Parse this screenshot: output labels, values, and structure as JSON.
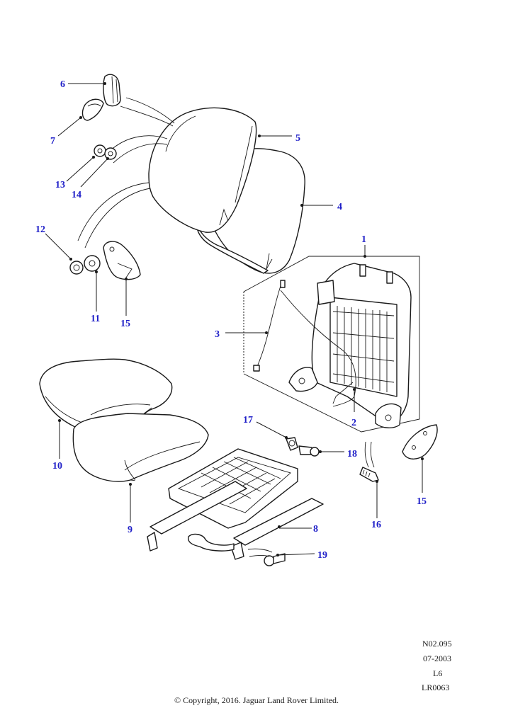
{
  "callouts": {
    "c1": "1",
    "c2": "2",
    "c3": "3",
    "c4": "4",
    "c5": "5",
    "c6": "6",
    "c7": "7",
    "c8": "8",
    "c9": "9",
    "c10": "10",
    "c11": "11",
    "c12": "12",
    "c13": "13",
    "c14": "14",
    "c15a": "15",
    "c15b": "15",
    "c16": "16",
    "c17": "17",
    "c18": "18",
    "c19": "19"
  },
  "ref_block": {
    "code": "N02.095",
    "date": "07-2003",
    "sheet": "L6",
    "id": "LR0063"
  },
  "copyright": "© Copyright, 2016. Jaguar Land Rover Limited.",
  "colors": {
    "callout": "#1f1fc8",
    "line": "#1a1a1a"
  }
}
